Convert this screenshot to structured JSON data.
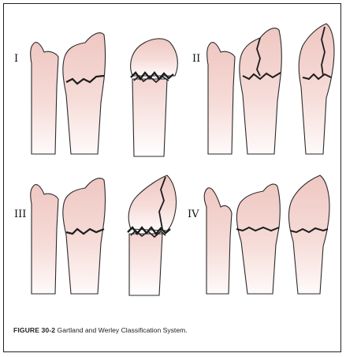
{
  "panels": [
    {
      "label": "I"
    },
    {
      "label": "II"
    },
    {
      "label": "III"
    },
    {
      "label": "IV"
    }
  ],
  "caption": {
    "figure_label": "FIGURE 30-2",
    "text": "Gartland and Werley Classification System."
  },
  "colors": {
    "bone_top": "#efc7c2",
    "bone_bottom": "#fdf6f5",
    "outline": "#2a2a2a",
    "fracture": "#1c1c1c"
  }
}
